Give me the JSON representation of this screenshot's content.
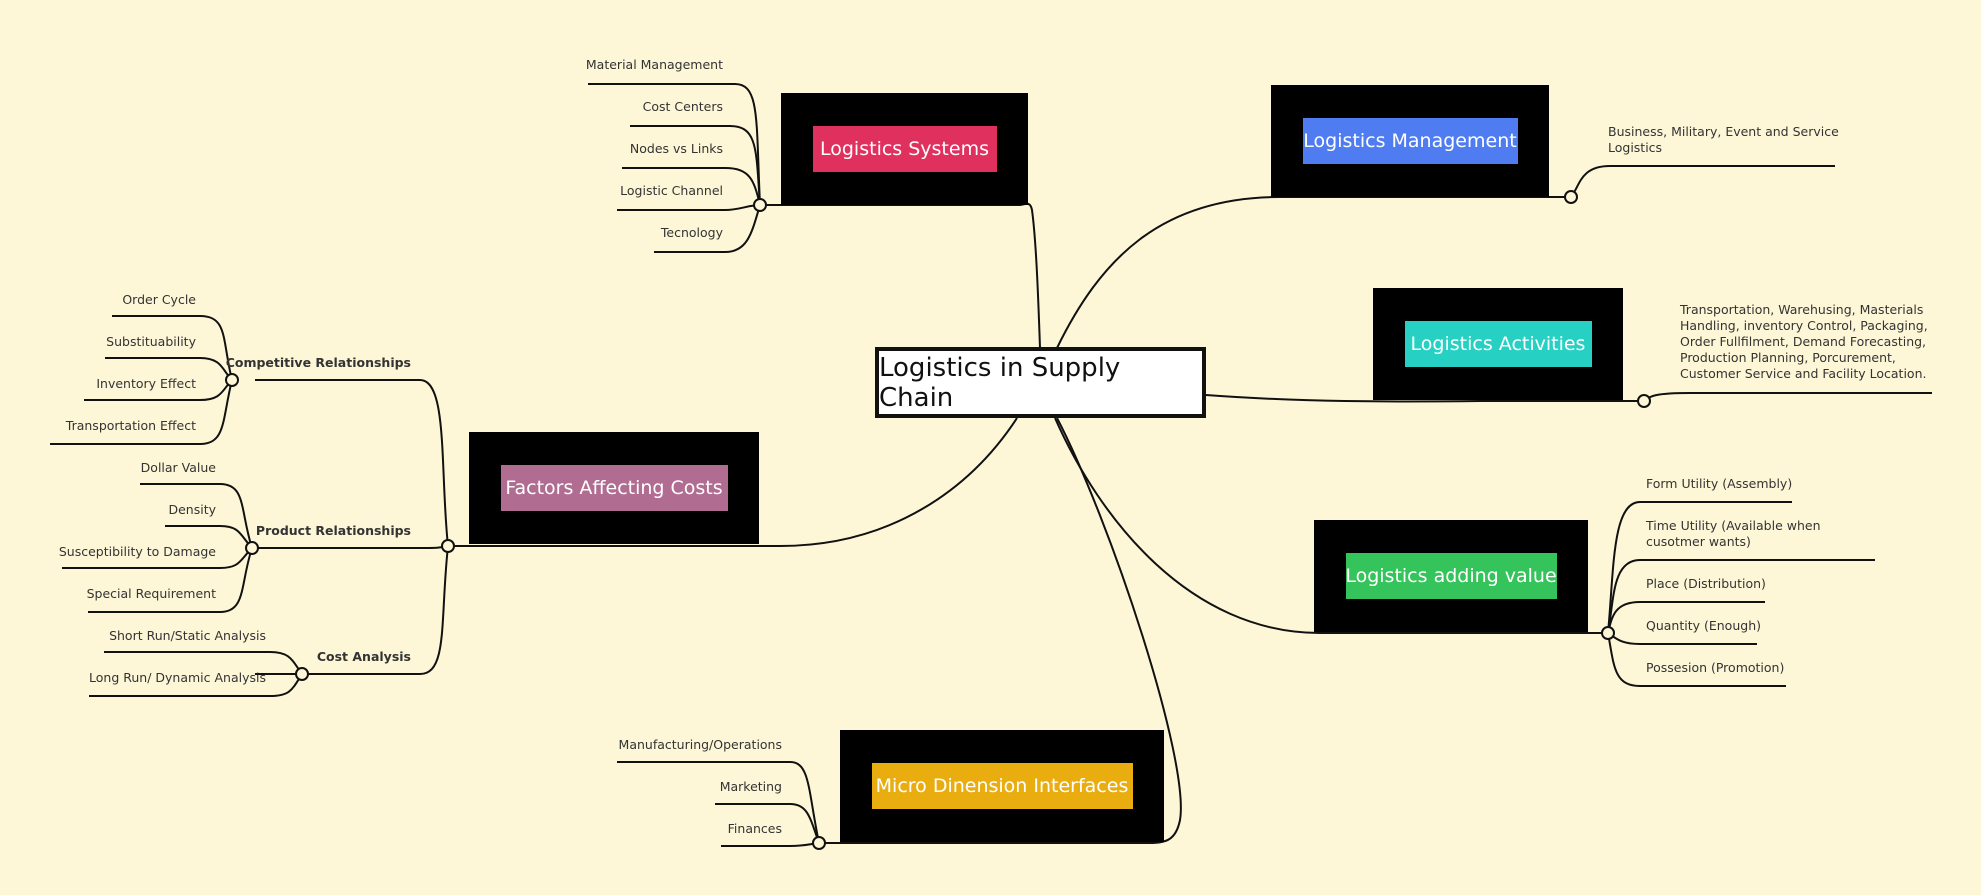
{
  "central": {
    "label": "Logistics in Supply Chain"
  },
  "colors": {
    "background": "#fdf7d8",
    "systems": "#e0305e",
    "management": "#4f7cf0",
    "activities": "#26d1c4",
    "adding_value": "#35c35b",
    "factors": "#b06d91",
    "micro": "#e9ad10"
  },
  "topics": {
    "systems": {
      "label": "Logistics Systems",
      "leaves": [
        "Material Management",
        "Cost Centers",
        "Nodes vs Links",
        "Logistic Channel",
        "Tecnology"
      ]
    },
    "management": {
      "label": "Logistics Management",
      "leaves": [
        "Business, Military, Event and Service Logistics"
      ]
    },
    "activities": {
      "label": "Logistics Activities",
      "leaves": [
        "Transportation, Warehusing, Masterials Handling, inventory Control, Packaging, Order Fullfilment, Demand Forecasting, Production Planning, Porcurement, Customer Service and Facility Location."
      ]
    },
    "adding_value": {
      "label": "Logistics adding value",
      "leaves": [
        "Form Utility (Assembly)",
        "Time Utility (Available when cusotmer wants)",
        "Place (Distribution)",
        "Quantity (Enough)",
        "Possesion (Promotion)"
      ]
    },
    "factors": {
      "label": "Factors Affecting Costs",
      "groups": [
        {
          "label": "Competitive Relationships",
          "leaves": [
            "Order Cycle",
            "Substituability",
            "Inventory Effect",
            "Transportation Effect"
          ]
        },
        {
          "label": "Product Relationships",
          "leaves": [
            "Dollar Value",
            "Density",
            "Susceptibility to Damage",
            "Special Requirement"
          ]
        },
        {
          "label": "Cost Analysis",
          "leaves": [
            "Short Run/Static Analysis",
            "Long Run/ Dynamic Analysis"
          ]
        }
      ]
    },
    "micro": {
      "label": "Micro Dinension Interfaces",
      "leaves": [
        "Manufacturing/Operations",
        "Marketing",
        "Finances"
      ]
    }
  }
}
